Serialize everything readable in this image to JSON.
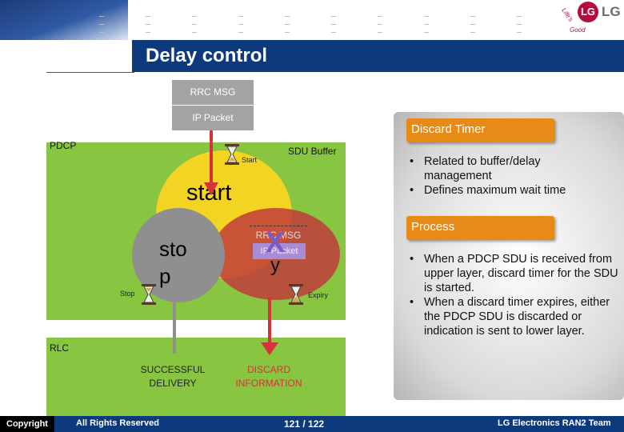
{
  "header": {
    "title": "Delay control"
  },
  "logo": {
    "circle_text": "LG",
    "brand": "LG",
    "tagline_1": "Life's",
    "tagline_2": "Good"
  },
  "messages": {
    "rrc_msg": "RRC MSG",
    "ip_packet": "IP Packet"
  },
  "pdcp": {
    "label": "PDCP",
    "sdu_buffer": "SDU Buffer",
    "start_small": "Start",
    "start_big": "start",
    "stop_big": "sto p",
    "stop_small": "Stop",
    "expiry_small": "Expiry",
    "expiry_big": "y",
    "x_mark": "X",
    "inner_rrc_msg": "RRC MSG",
    "inner_ip_packet": "IP Packet"
  },
  "rlc": {
    "label": "RLC",
    "successful_1": "SUCCESSFUL",
    "successful_2": "DELIVERY",
    "discard_1": "DISCARD",
    "discard_2": "INFORMATION"
  },
  "panel": {
    "discard_timer_title": "Discard Timer",
    "discard_bullets": [
      "Related to buffer/delay management",
      "Defines maximum wait time"
    ],
    "process_title": "Process",
    "process_bullets": [
      "When a PDCP SDU is received from upper layer, discard timer for the SDU is started.",
      "When a discard timer expires, either the PDCP SDU is discarded or indication is sent to lower layer."
    ]
  },
  "footer": {
    "copyright": "Copyright",
    "rights": "All Rights Reserved",
    "page": "121 / 122",
    "team": "LG Electronics RAN2 Team"
  },
  "colors": {
    "title_bar": "#0d3a7c",
    "layer_green": "#88c540",
    "accent_orange": "#e68a18",
    "arrow_red": "#d6323a",
    "circle_yellow": "#f3d423",
    "circle_red": "#bf3c3b",
    "circle_gray": "#8f8f8f"
  }
}
